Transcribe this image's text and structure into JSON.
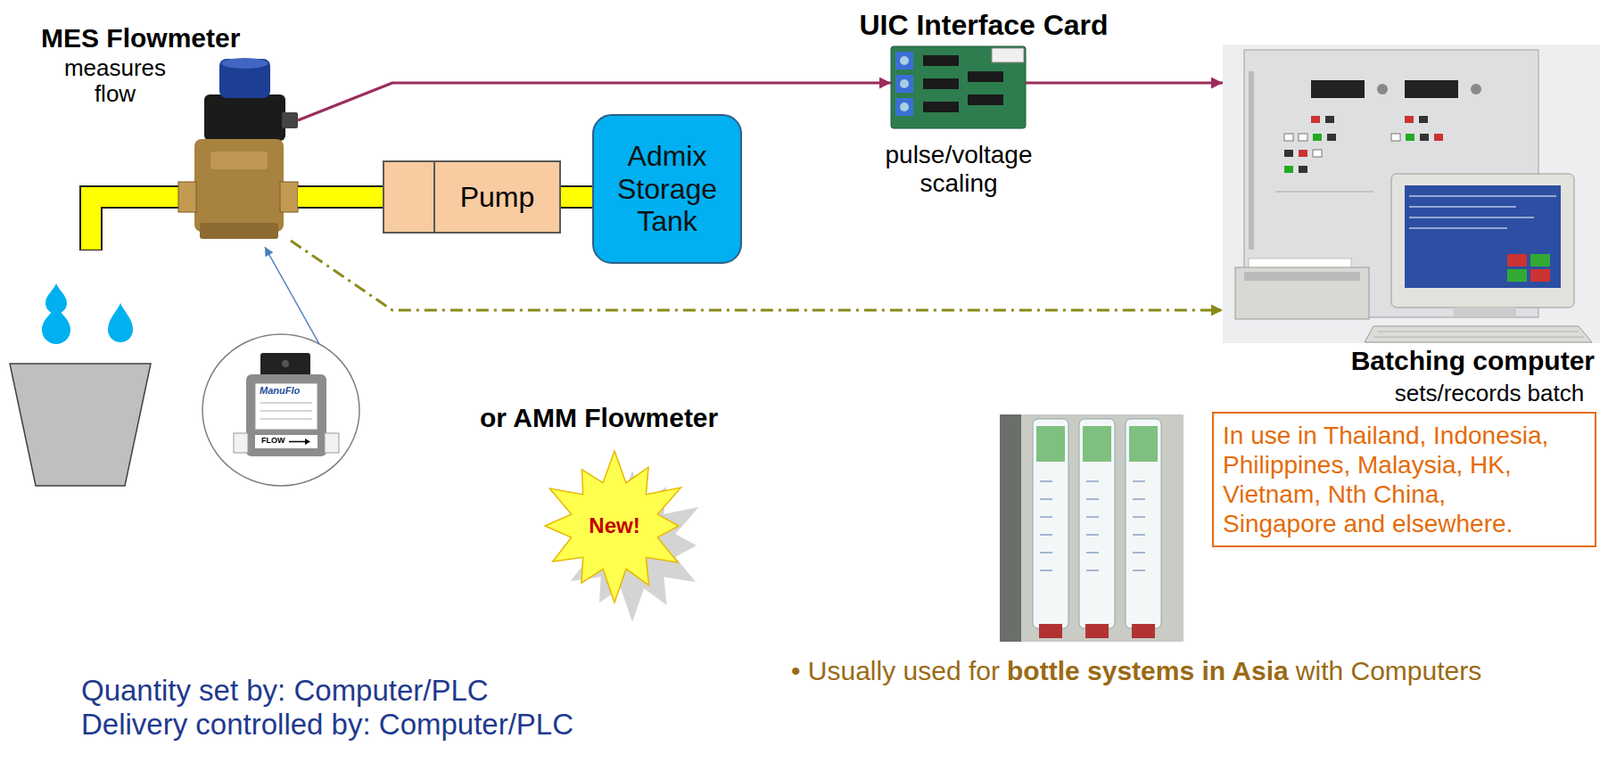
{
  "diagram": {
    "nodes": [
      {
        "text": [
          "MES Flowmeter",
          "measures flow"
        ]
      },
      {
        "text": [
          "UIC Interface Card",
          "pulse/voltage scaling"
        ]
      },
      {
        "text": [
          "Batching computer",
          "sets/records batch"
        ]
      },
      {
        "text": [
          "Pump"
        ]
      },
      {
        "text": [
          "Admix Storage Tank"
        ]
      },
      {
        "text": [
          "New!"
        ]
      },
      {
        "text": [
          "In use in Thailand, Indonesia, Philippines, Malaysia, HK, Vietnam, Nth China, Singapore and elsewhere."
        ]
      }
    ],
    "edges": [
      {
        "from": 0,
        "to": 1,
        "arrow": "to"
      },
      {
        "from": 1,
        "to": 2,
        "arrow": "to"
      },
      {
        "from": 0,
        "to": 2,
        "arrow": "to"
      },
      {
        "from": 0,
        "to": 3,
        "arrow": "none"
      },
      {
        "from": 3,
        "to": 4,
        "arrow": "none"
      }
    ],
    "labels": [
      "or AMM Flowmeter",
      "ManuFlo",
      "FLOW",
      "Quantity set by: Computer/PLC",
      "Delivery controlled by: Computer/PLC",
      "• Usually used for",
      "bottle systems in Asia",
      "with Computers"
    ]
  }
}
